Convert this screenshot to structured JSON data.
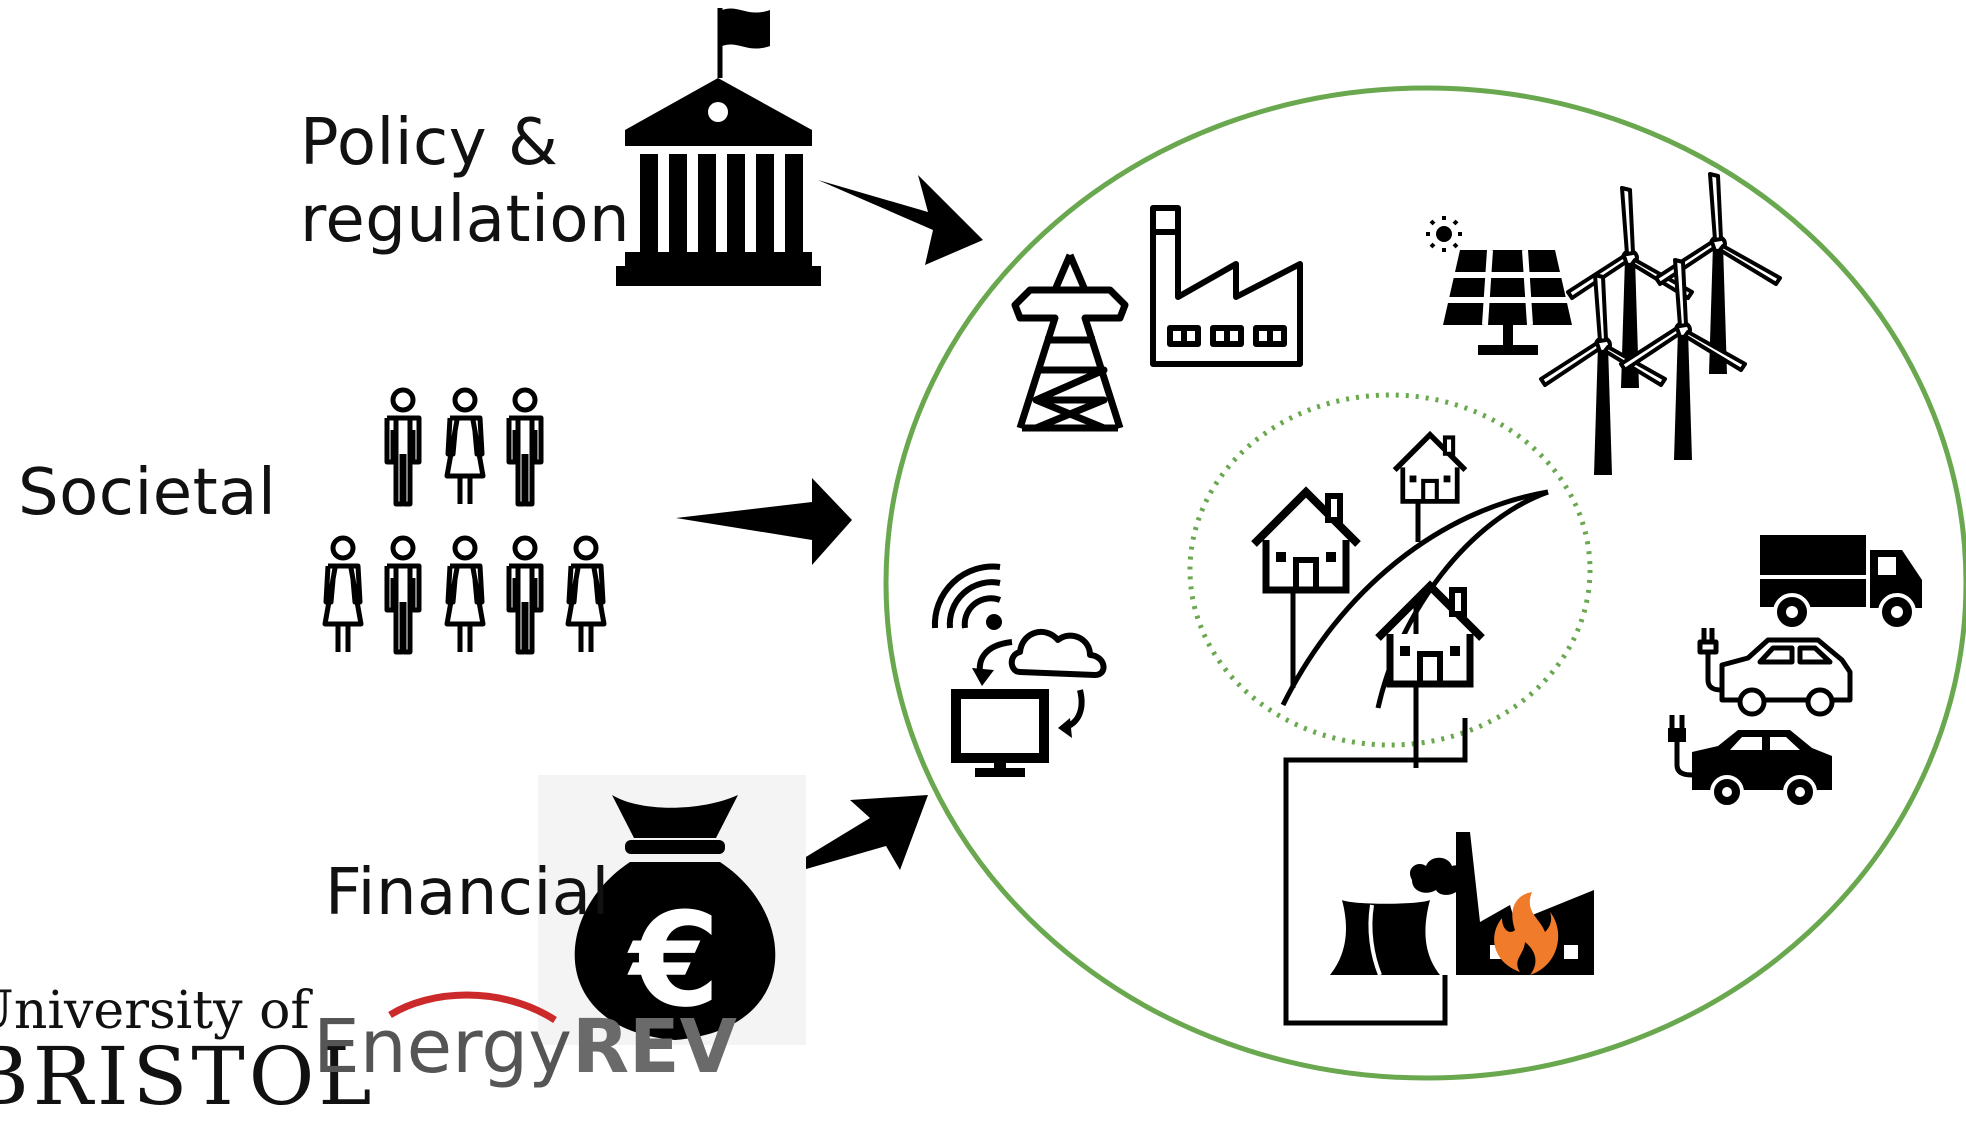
{
  "labels": {
    "policy_line1": "Policy &",
    "policy_line2": "regulation",
    "societal": "Societal",
    "financial": "Financial",
    "currency_symbol": "€"
  },
  "logos": {
    "university_line1": "University of",
    "university_line2": "BRISTOL",
    "energyrev_prefix": "Energy",
    "energyrev_suffix": "REV"
  },
  "colors": {
    "boundary_green": "#6aa84f",
    "icon_black": "#000000",
    "flame_orange": "#f07b2a",
    "logo_red": "#cc2a2a"
  },
  "icons": [
    "government-building-icon",
    "people-group-icon",
    "money-bag-icon",
    "pylon-icon",
    "factory-icon",
    "solar-panel-icon",
    "wind-turbine-icon",
    "smart-network-icon",
    "house-icon",
    "road-icon",
    "truck-icon",
    "electric-car-icon",
    "power-plant-icon",
    "flame-icon",
    "arrow-icon"
  ]
}
